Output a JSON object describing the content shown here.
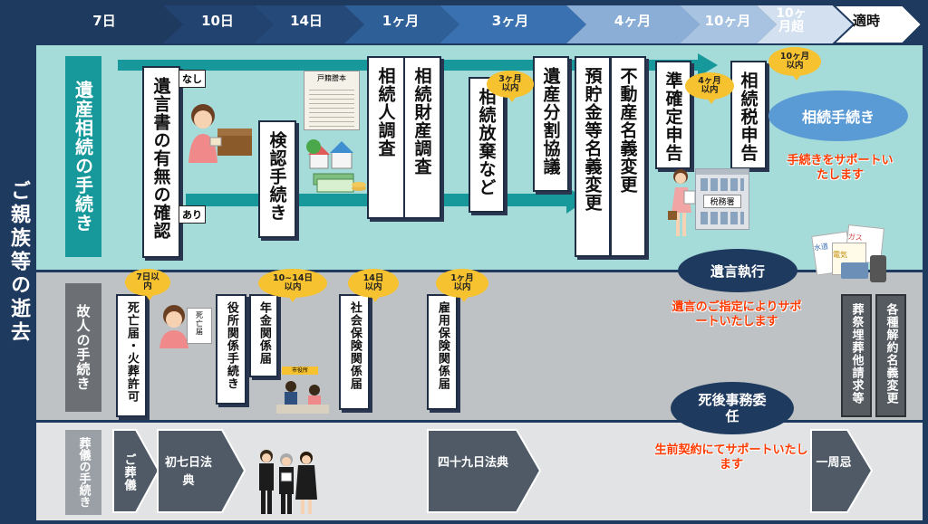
{
  "timeline": [
    {
      "label": "7日"
    },
    {
      "label": "10日"
    },
    {
      "label": "14日"
    },
    {
      "label": "1ヶ月"
    },
    {
      "label": "3ヶ月"
    },
    {
      "label": "4ヶ月"
    },
    {
      "label": "10ヶ月"
    },
    {
      "label": "10ヶ月超"
    },
    {
      "label": "適時"
    }
  ],
  "side_title": "ご親族等の逝去",
  "sections": {
    "inheritance": "遺産相続の手続き",
    "deceased": "故人の手続き",
    "funeral": "葬儀の手続き"
  },
  "inheritance_steps": {
    "will_check": "遺言書の有無の確認",
    "tag_none": "なし",
    "tag_exists": "あり",
    "probate": "検認手続き",
    "heir_survey": "相続人調査",
    "asset_survey": "相続財産調査",
    "renunciation": "相続放棄など",
    "division": "遺産分割協議",
    "deposit_change": "預貯金等名義変更",
    "realestate_change": "不動産名義変更",
    "quasi_return": "準確定申告",
    "inheritance_tax": "相続税申告"
  },
  "deadline_bubbles": {
    "renunciation": "3ヶ月以内",
    "quasi_return": "4ヶ月以内",
    "inheritance_tax": "10ヶ月以内",
    "death_notice": "7日以内",
    "pension": "10~14日以内",
    "social_insurance": "14日以内",
    "employment": "1ヶ月以内"
  },
  "illustrations": {
    "family_register": "戸籍謄本",
    "tax_office": "税務署",
    "desk_sign": "市役所",
    "death_card": "死亡届",
    "receipts": [
      "水道",
      "ガス",
      "電気"
    ]
  },
  "services": {
    "inheritance": {
      "title": "相続手続き",
      "note": "手続きをサポートいたします"
    },
    "will_execution": {
      "title": "遺言執行",
      "note": "遺言のご指定によりサポートいたします"
    },
    "posthumous": {
      "title": "死後事務委任",
      "note": "生前契約にてサポートいたします"
    }
  },
  "deceased_steps": {
    "death_notice": "死亡届・火葬許可",
    "office": "役所関係手続き",
    "pension": "年金関係届",
    "social_insurance": "社会保険関係届",
    "employment": "雇用保険関係届",
    "funeral_claims": "葬祭埋葬他請求等",
    "contracts": "各種解約名義変更"
  },
  "funeral_steps": {
    "funeral": "ご葬儀",
    "day7": "初七日法典",
    "day49": "四十九日法典",
    "anniversary": "一周忌"
  },
  "colors": {
    "navy": "#1f3a5f",
    "teal_band": "#a5dbd9",
    "teal_label": "#17989a",
    "gray_band": "#bfc2c5",
    "light_band": "#e1e3e5",
    "bubble": "#f7c22f",
    "accent_red": "#ff3a00"
  }
}
